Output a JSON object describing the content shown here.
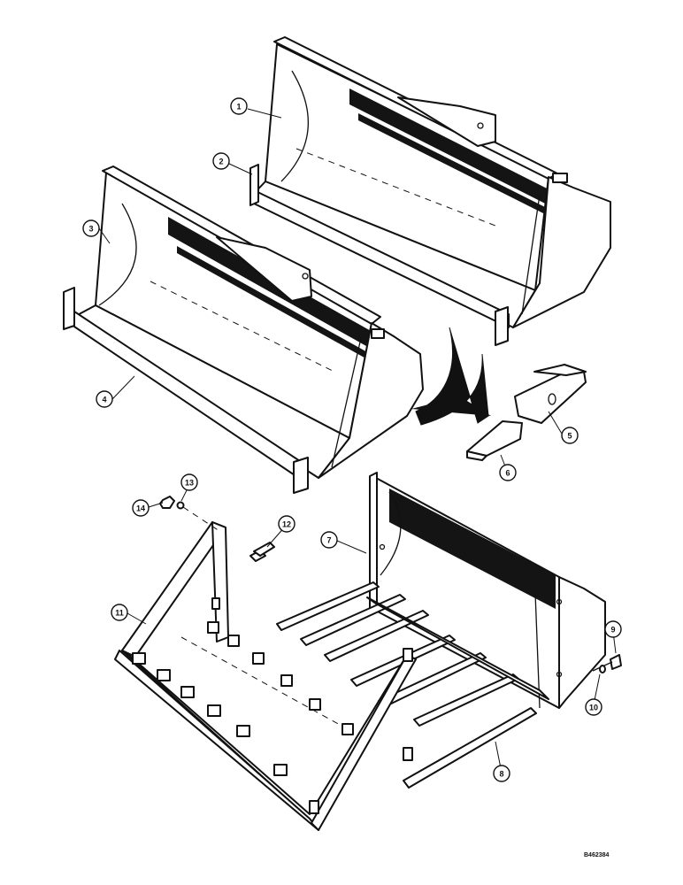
{
  "callouts": [
    {
      "id": "c1",
      "text": "1"
    },
    {
      "id": "c2",
      "text": "2"
    },
    {
      "id": "c3",
      "text": "3"
    },
    {
      "id": "c4",
      "text": "4"
    },
    {
      "id": "c5",
      "text": "5"
    },
    {
      "id": "c6",
      "text": "6"
    },
    {
      "id": "c7",
      "text": "7"
    },
    {
      "id": "c8",
      "text": "8"
    },
    {
      "id": "c9",
      "text": "9"
    },
    {
      "id": "c10",
      "text": "10"
    },
    {
      "id": "c11",
      "text": "11"
    },
    {
      "id": "c12",
      "text": "12"
    },
    {
      "id": "c13",
      "text": "13"
    },
    {
      "id": "c14",
      "text": "14"
    }
  ],
  "reference_code": "B462384"
}
